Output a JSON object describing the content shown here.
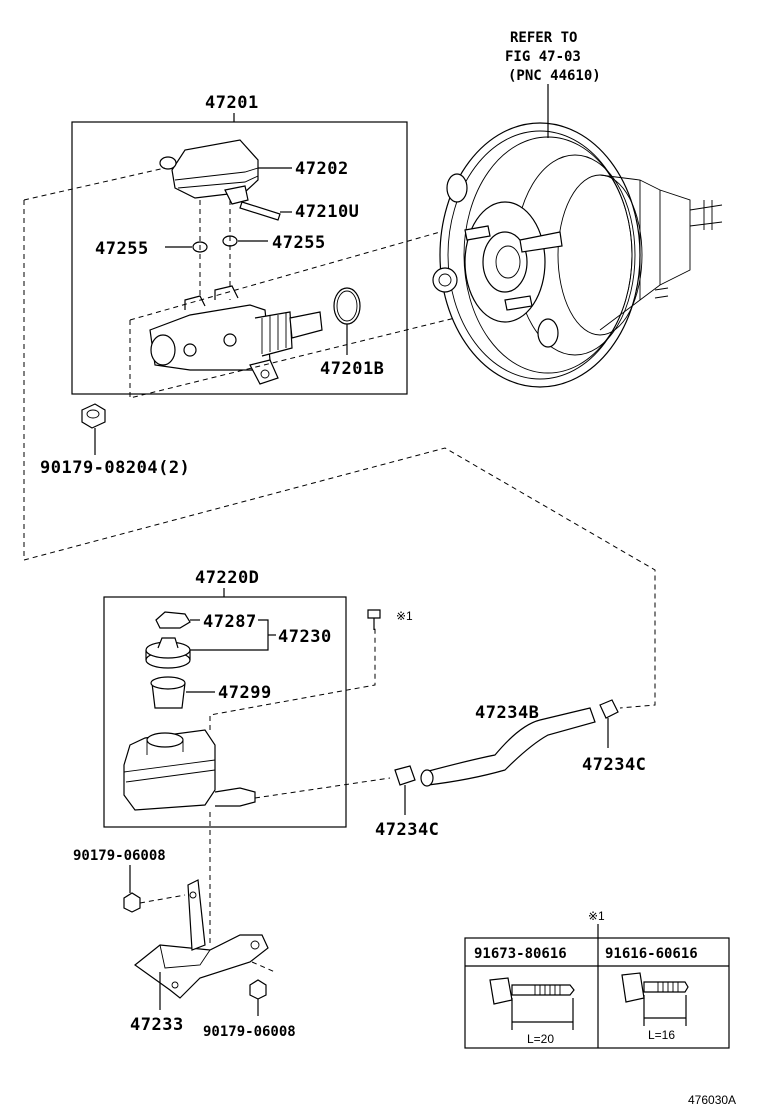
{
  "refer": {
    "line1": "REFER TO",
    "line2": "FIG 47-03",
    "line3": "(PNC 44610)"
  },
  "parts": {
    "p47201": "47201",
    "p47202": "47202",
    "p47210U": "47210U",
    "p47255_left": "47255",
    "p47255_right": "47255",
    "p47201B": "47201B",
    "p90179_08204": "90179-08204(2)",
    "p47220D": "47220D",
    "p47287": "47287",
    "p47230": "47230",
    "p47299": "47299",
    "p47234B": "47234B",
    "p47234C_right": "47234C",
    "p47234C_mid": "47234C",
    "p90179_06008_top": "90179-06008",
    "p47233": "47233",
    "p90179_06008_bottom": "90179-06008",
    "note_mark": "※1"
  },
  "table": {
    "note_mark": "※1",
    "col1_header": "91673-80616",
    "col2_header": "91616-60616",
    "col1_length": "L=20",
    "col2_length": "L=16"
  },
  "figure_id": "476030A"
}
